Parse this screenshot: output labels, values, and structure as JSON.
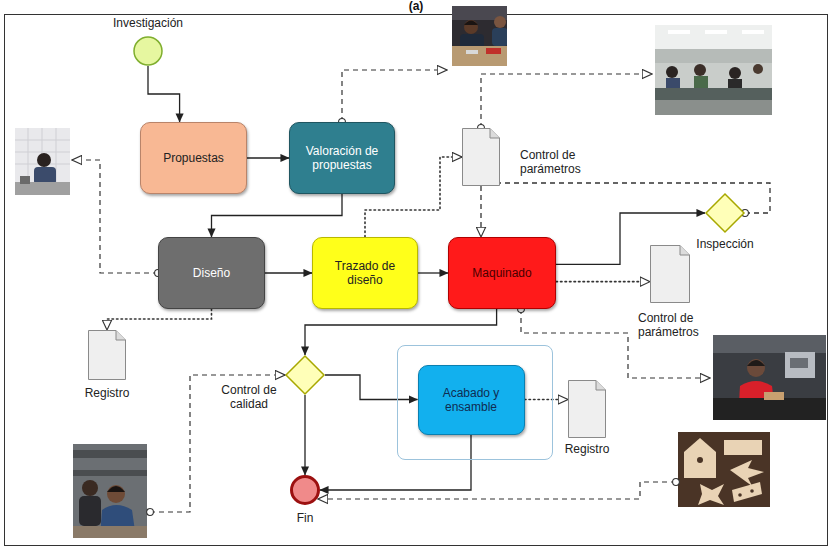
{
  "diagram": {
    "nodes": [
      {
        "text": [
          "Investigación"
        ]
      },
      {
        "text": [
          "Propuestas"
        ]
      },
      {
        "text": [
          "Valoración de propuestas"
        ]
      },
      {
        "text": [
          "Control de parámetros"
        ]
      },
      {
        "text": [
          "Diseño"
        ]
      },
      {
        "text": [
          "Trazado de diseño"
        ]
      },
      {
        "text": [
          "Maquinado"
        ]
      },
      {
        "text": [
          "Inspección"
        ]
      },
      {
        "text": [
          "Registro"
        ]
      },
      {
        "text": [
          "Control de parámetros"
        ]
      },
      {
        "text": [
          "Control de calidad"
        ]
      },
      {
        "text": []
      },
      {
        "text": [
          "Acabado y ensamble"
        ],
        "in": 11
      },
      {
        "text": [
          "Registro"
        ]
      },
      {
        "text": [
          "Fin"
        ]
      }
    ],
    "edges": [
      {
        "from": 0,
        "to": 1,
        "arrow": "to"
      },
      {
        "from": 1,
        "to": 2,
        "arrow": "to"
      },
      {
        "from": 2,
        "to": 4,
        "arrow": "to"
      },
      {
        "from": 4,
        "to": 5,
        "arrow": "to"
      },
      {
        "from": 5,
        "to": 6,
        "arrow": "to"
      },
      {
        "from": 6,
        "to": 7,
        "arrow": "to"
      },
      {
        "from": 6,
        "to": 10,
        "arrow": "to"
      },
      {
        "from": 10,
        "to": 12,
        "arrow": "to"
      },
      {
        "from": 10,
        "to": 14,
        "arrow": "to"
      },
      {
        "from": 12,
        "to": 14,
        "arrow": "to"
      },
      {
        "from": 3,
        "to": 6,
        "arrow": "to"
      },
      {
        "from": 7,
        "to": 3,
        "arrow": "none"
      },
      {
        "from": 5,
        "to": 3,
        "arrow": "to"
      },
      {
        "from": 6,
        "to": 9,
        "arrow": "to"
      },
      {
        "from": 4,
        "to": 8,
        "arrow": "to"
      },
      {
        "from": 12,
        "to": 13,
        "arrow": "to"
      }
    ],
    "labels": [
      "(a)"
    ]
  }
}
